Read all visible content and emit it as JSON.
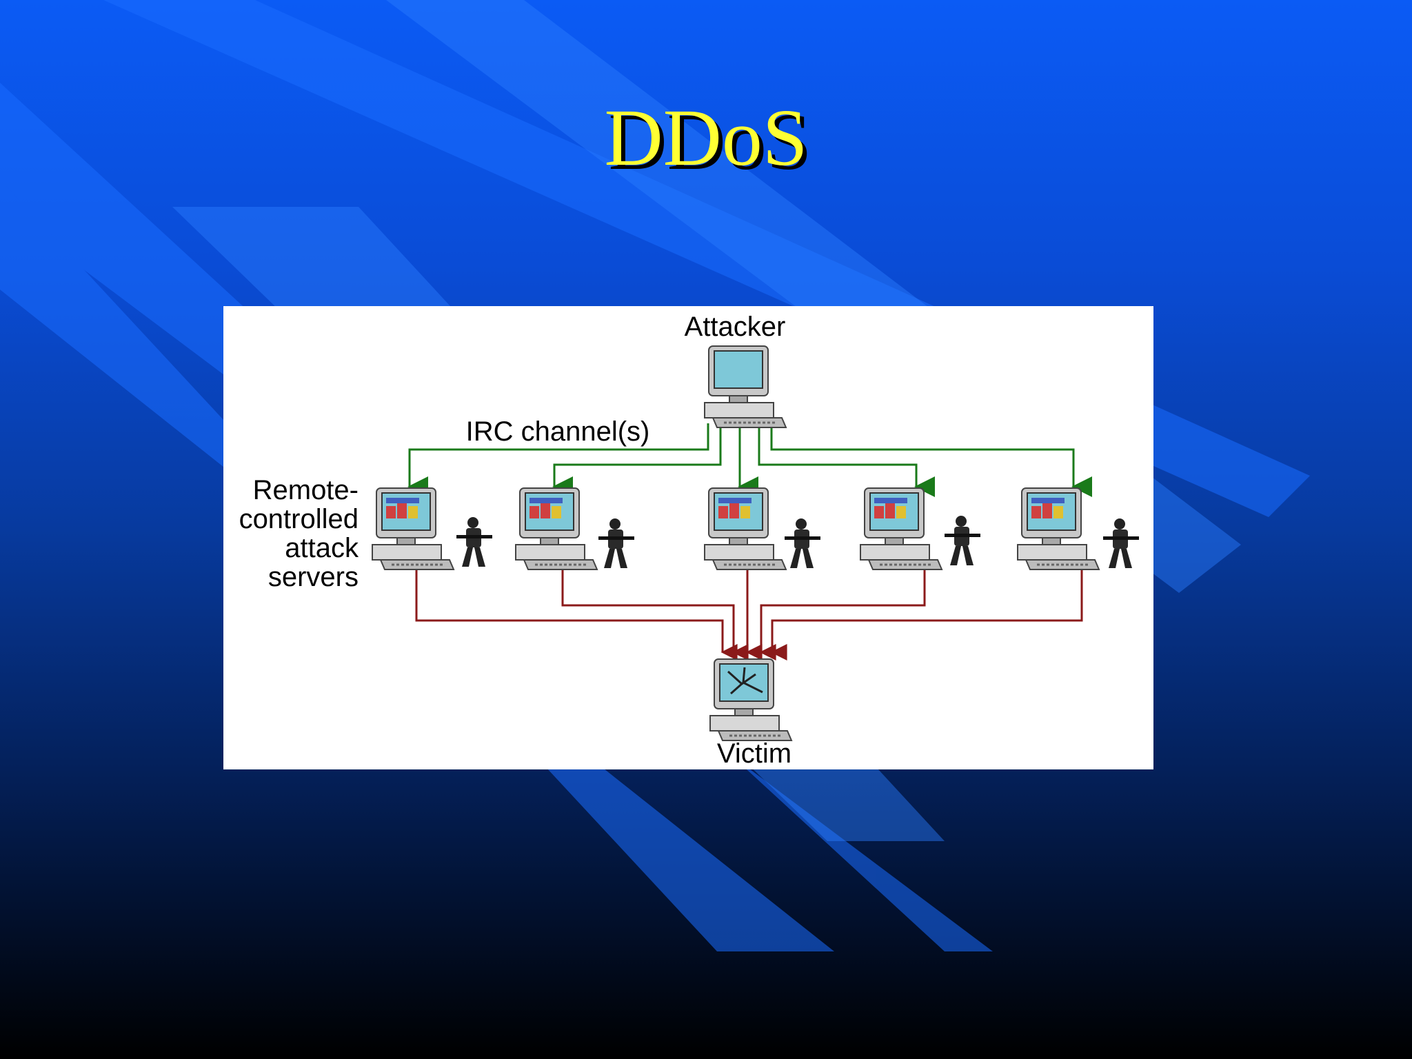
{
  "title": "DDoS",
  "diagram": {
    "attacker_label": "Attacker",
    "irc_label": "IRC channel(s)",
    "remote_label_lines": [
      "Remote-",
      "controlled",
      "attack",
      "servers"
    ],
    "victim_label": "Victim",
    "server_count": 5,
    "colors": {
      "irc_line": "#1a7a1a",
      "attack_line": "#8b1a1a",
      "title_text": "#ffff33",
      "monitor_screen": "#7ec8d8",
      "monitor_case": "#c8c8c8"
    }
  }
}
